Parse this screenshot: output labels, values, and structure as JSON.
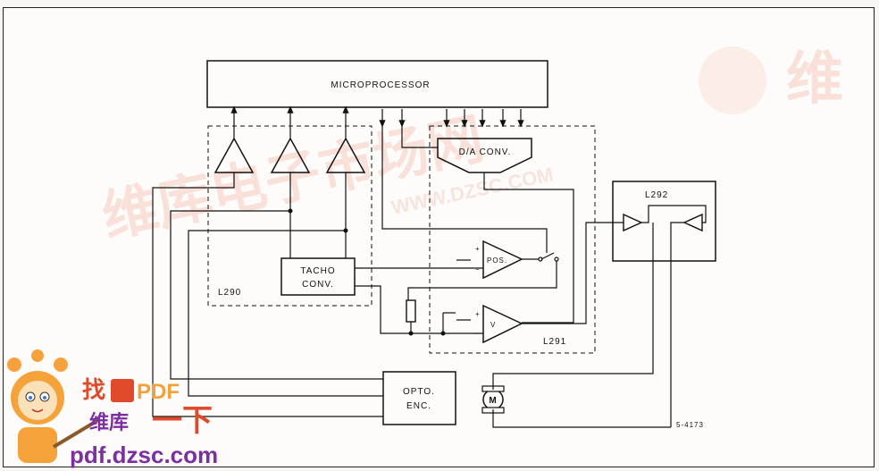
{
  "blocks": {
    "microprocessor": "MICROPROCESSOR",
    "dac": "D/A CONV.",
    "tacho_line1": "TACHO",
    "tacho_line2": "CONV.",
    "opto_line1": "OPTO.",
    "opto_line2": "ENC.",
    "motor": "M",
    "pos_amp": "POS.",
    "v_amp": "V"
  },
  "ic_labels": {
    "l290": "L290",
    "l291": "L291",
    "l292": "L292"
  },
  "figure_code": "5-4173",
  "watermark": {
    "cn_top": "维库电子市场网",
    "en_mid": "WWW.DZSC.COM",
    "cn_side": "维",
    "cn_bottom_1": "找",
    "cn_bottom_2": "PDF",
    "cn_bottom_3": "维库",
    "cn_bottom_4": "一下",
    "url": "pdf.dzsc.com",
    "colors": {
      "red": "#e05a3a",
      "orange": "#f0a030",
      "purple": "#7b2fa0",
      "faint": "#f4c9bd"
    }
  }
}
